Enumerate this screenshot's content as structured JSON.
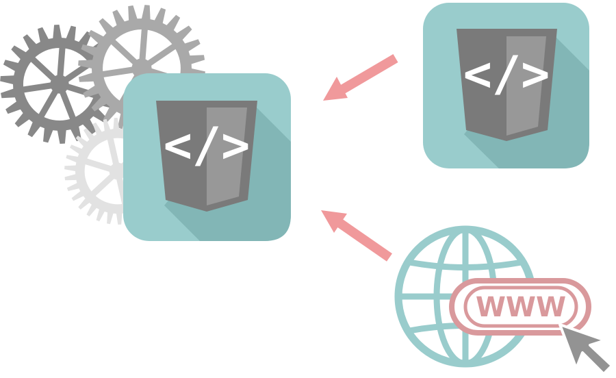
{
  "diagram": {
    "nodes": [
      {
        "id": "gears",
        "icon": "gears-icon"
      },
      {
        "id": "code-badge-main",
        "icon": "code-badge-icon",
        "glyph": "</>"
      },
      {
        "id": "code-badge-source",
        "icon": "code-badge-icon",
        "glyph": "</>"
      },
      {
        "id": "web-globe",
        "icon": "globe-icon",
        "label": "WWW"
      },
      {
        "id": "cursor",
        "icon": "cursor-arrow-icon"
      }
    ],
    "edges": [
      {
        "from": "code-badge-source",
        "to": "code-badge-main"
      },
      {
        "from": "web-globe",
        "to": "code-badge-main"
      }
    ]
  },
  "colors": {
    "gear_dark": "#888888",
    "gear_mid": "#a9a9a9",
    "gear_light": "#e2e2e2",
    "tile_teal": "#99cccc",
    "tile_shadow": "#82b6b6",
    "shield_dark": "#7a7a7a",
    "shield_light": "#989898",
    "arrow": "#f0999b",
    "globe": "#99cccc",
    "www": "#d9999c",
    "cursor": "#939393"
  }
}
